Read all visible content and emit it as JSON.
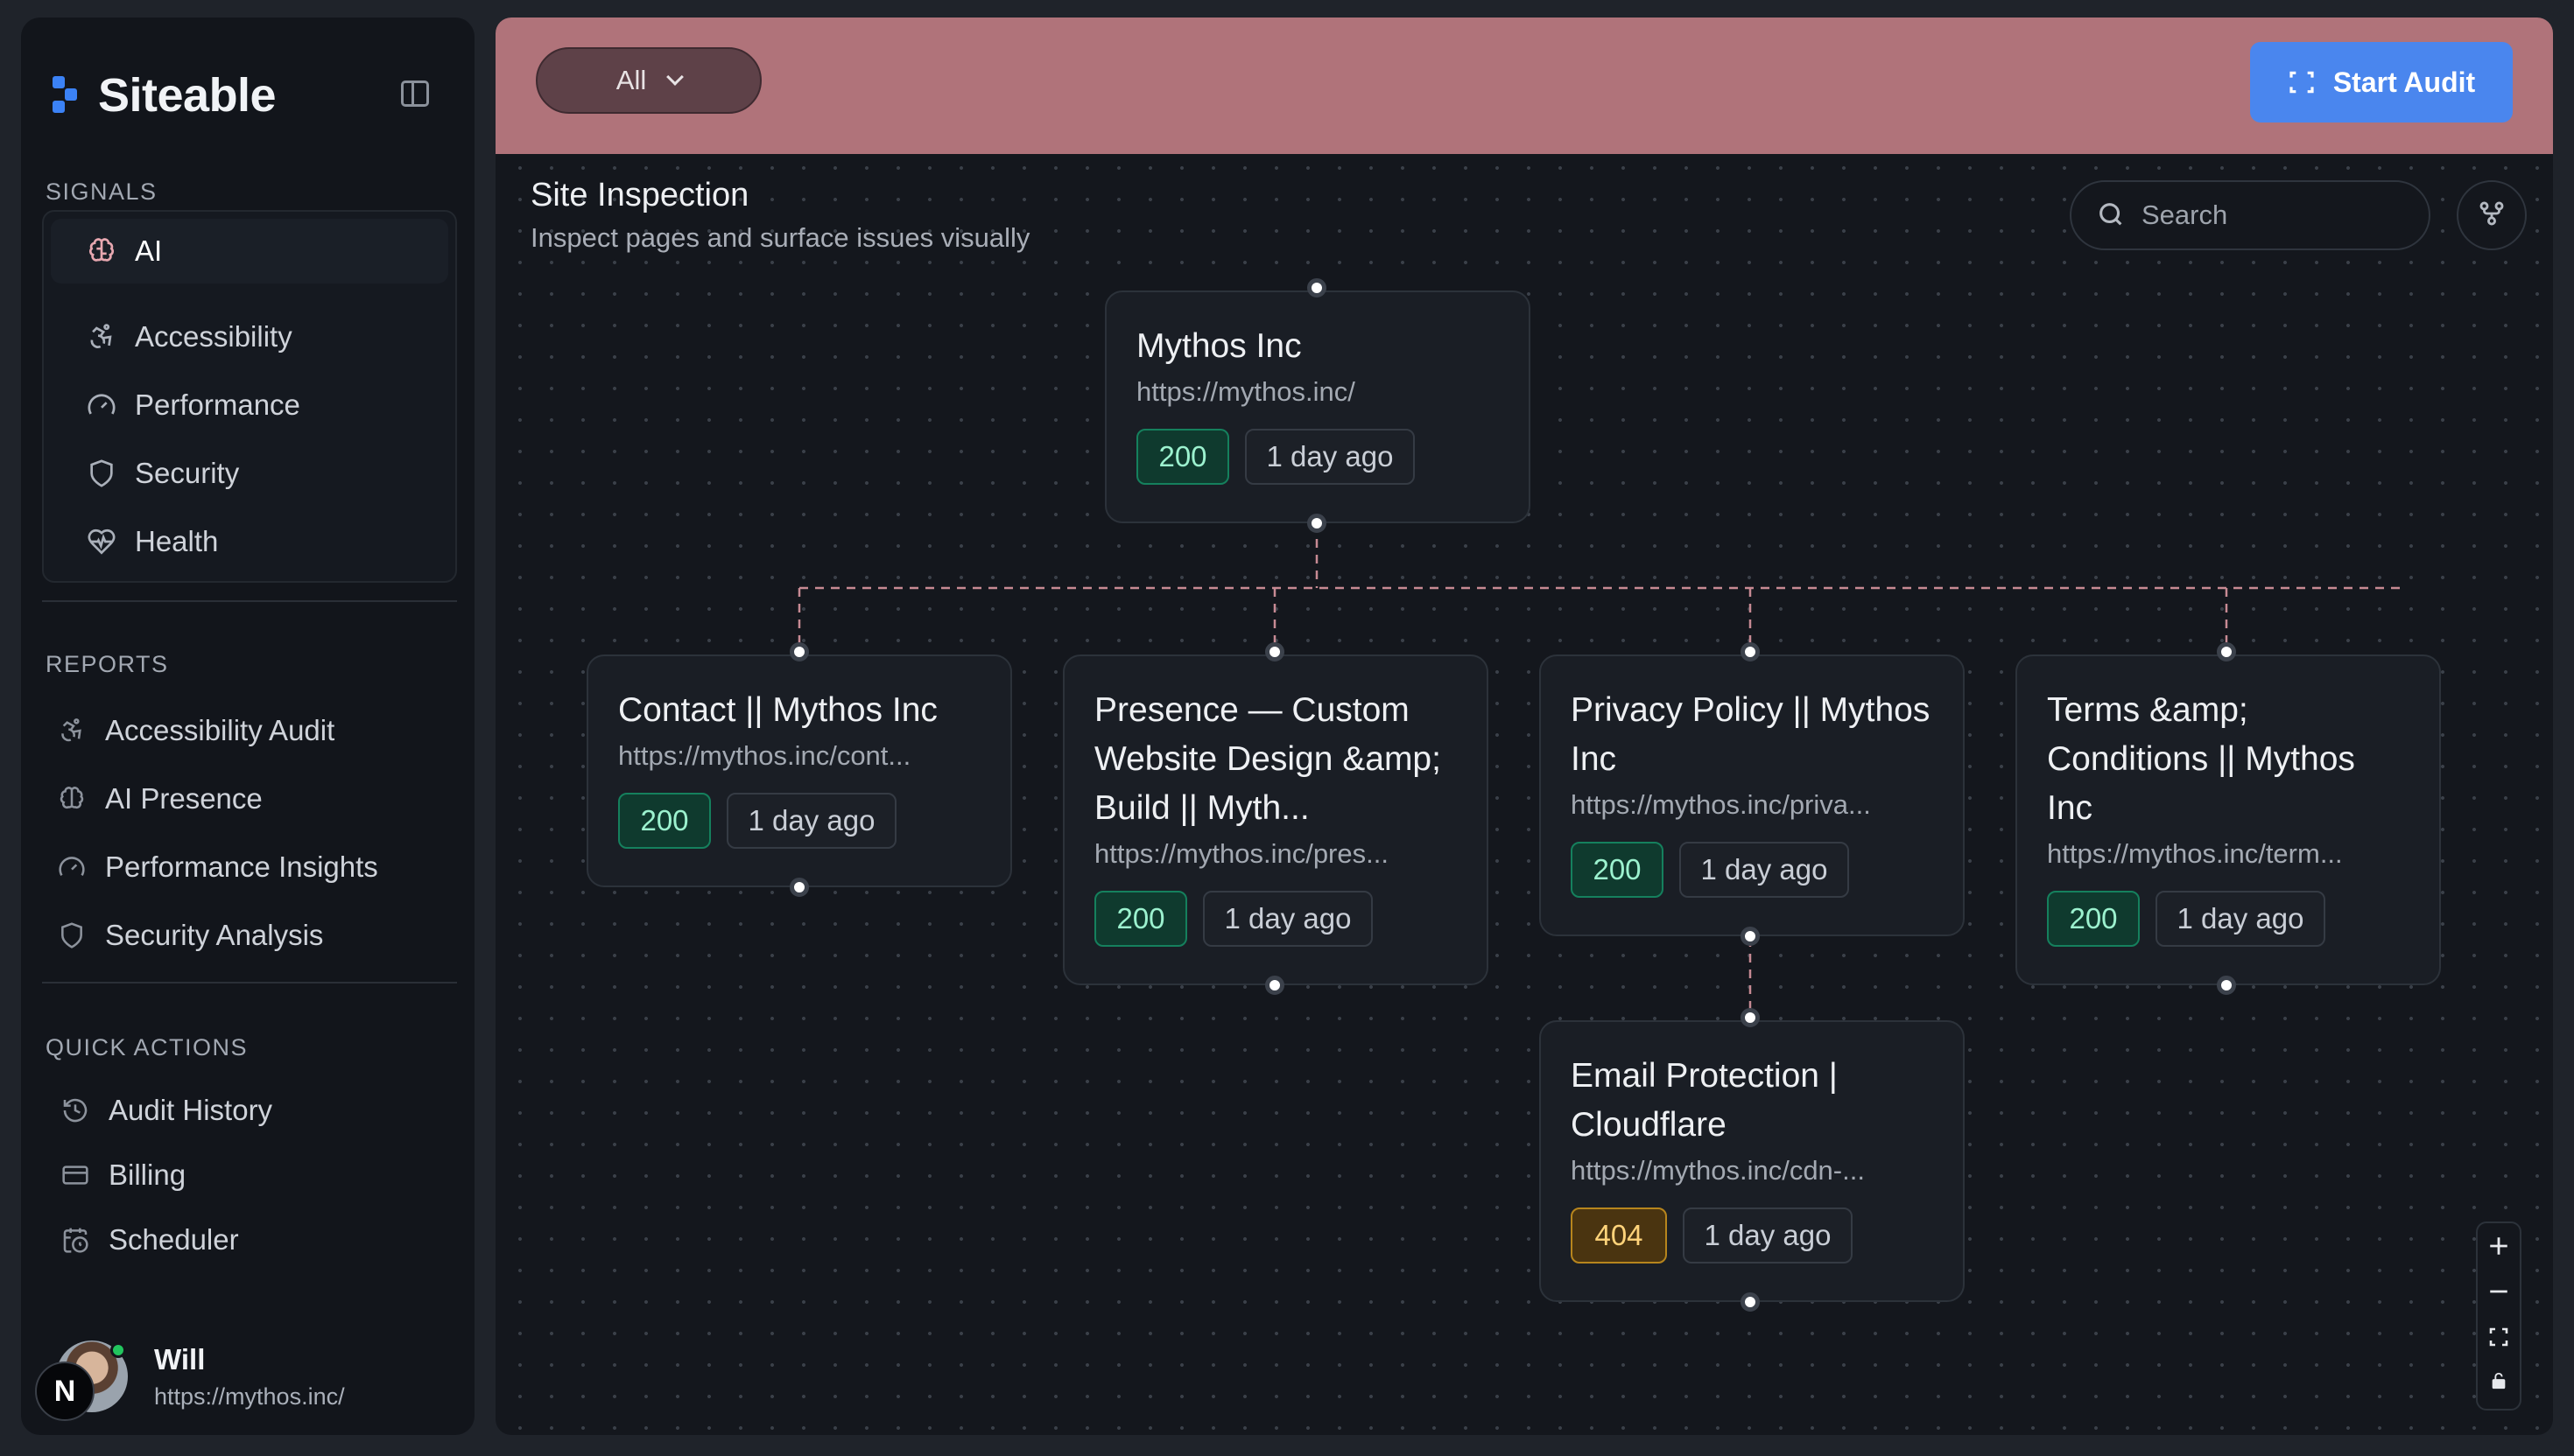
{
  "app": {
    "name": "Siteable"
  },
  "sidebar": {
    "signals_label": "SIGNALS",
    "signals": [
      {
        "label": "AI",
        "icon": "brain-icon",
        "active": true
      },
      {
        "label": "Accessibility",
        "icon": "accessibility-icon"
      },
      {
        "label": "Performance",
        "icon": "gauge-icon"
      },
      {
        "label": "Security",
        "icon": "shield-icon"
      },
      {
        "label": "Health",
        "icon": "heart-pulse-icon"
      }
    ],
    "reports_label": "REPORTS",
    "reports": [
      {
        "label": "Accessibility Audit",
        "icon": "accessibility-icon"
      },
      {
        "label": "AI Presence",
        "icon": "brain-icon"
      },
      {
        "label": "Performance Insights",
        "icon": "gauge-icon"
      },
      {
        "label": "Security Analysis",
        "icon": "shield-icon"
      }
    ],
    "quick_label": "QUICK ACTIONS",
    "quick": [
      {
        "label": "Audit History",
        "icon": "history-icon"
      },
      {
        "label": "Billing",
        "icon": "credit-card-icon"
      },
      {
        "label": "Scheduler",
        "icon": "calendar-clock-icon"
      }
    ],
    "user": {
      "name": "Will",
      "url": "https://mythos.inc/",
      "badge": "N"
    }
  },
  "toolbar": {
    "filter_value": "All",
    "start_label": "Start Audit",
    "color": "#b0737a",
    "accent": "#4a86ee"
  },
  "main": {
    "title": "Site Inspection",
    "subtitle": "Inspect pages and surface issues visually",
    "search_placeholder": "Search"
  },
  "nodes": [
    {
      "title": "Mythos Inc",
      "url": "https://mythos.inc/",
      "status": "200",
      "time": "1 day ago"
    },
    {
      "title": "Contact || Mythos Inc",
      "url": "https://mythos.inc/cont...",
      "status": "200",
      "time": "1 day ago"
    },
    {
      "title": "Presence — Custom Website Design &amp; Build || Myth...",
      "url": "https://mythos.inc/pres...",
      "status": "200",
      "time": "1 day ago"
    },
    {
      "title": "Privacy Policy || Mythos Inc",
      "url": "https://mythos.inc/priva...",
      "status": "200",
      "time": "1 day ago"
    },
    {
      "title": "Terms &amp; Conditions || Mythos Inc",
      "url": "https://mythos.inc/term...",
      "status": "200",
      "time": "1 day ago"
    },
    {
      "title": "Email Protection | Cloudflare",
      "url": "https://mythos.inc/cdn-...",
      "status": "404",
      "time": "1 day ago"
    }
  ],
  "zoom_controls": {
    "zoom_in": "+",
    "zoom_out": "−"
  }
}
